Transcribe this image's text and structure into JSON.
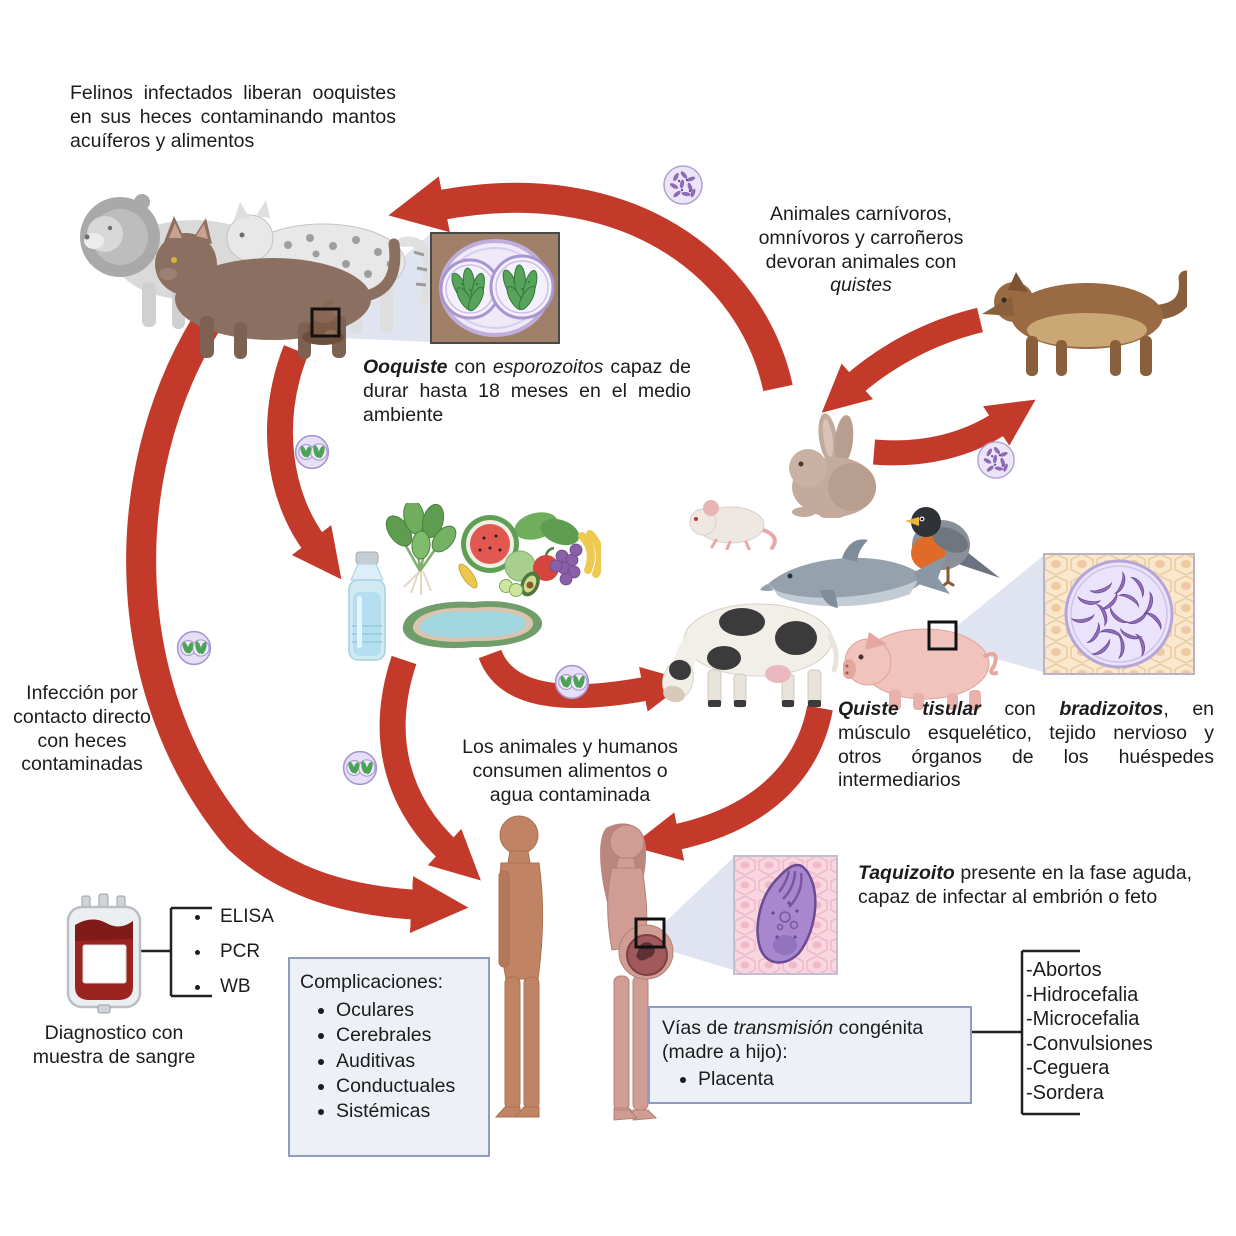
{
  "colors": {
    "arrow_red": "#c33a2b",
    "box_background": "#edf0f6",
    "box_border": "#8d9cc0",
    "oocyst_green": "#4ba355",
    "cyst_purple": "#8f6bb5",
    "blood_red": "#9c2420"
  },
  "notes": {
    "felinos": "Felinos infectados liberan ooquistes en sus heces contaminando mantos acuíferos y alimentos",
    "carnivoros_p1": "Animales carnívoros, omnívoros y carroñeros devoran animales con",
    "carnivoros_italic": "quistes",
    "ooquiste_term": "Ooquiste",
    "ooquiste_mid": " con ",
    "ooquiste_italic": "esporozoitos",
    "ooquiste_rest": " capaz de durar hasta 18 meses en el medio ambiente",
    "infeccion": "Infección por contacto directo con heces contaminadas",
    "consumo": "Los animales y humanos consumen alimentos o agua contaminada",
    "quiste_term": "Quiste tisular",
    "quiste_mid": " con ",
    "quiste_term2": "bradizoitos",
    "quiste_rest": ", en músculo esquelético, tejido nervioso y otros órganos de los huéspedes intermediarios",
    "taquizoito_term": "Taquizoito",
    "taquizoito_rest": " presente en la fase aguda, capaz de infectar al embrión o feto"
  },
  "complicaciones": {
    "title": "Complicaciones:",
    "items": [
      "Oculares",
      "Cerebrales",
      "Auditivas",
      "Conductuales",
      "Sistémicas"
    ]
  },
  "vias": {
    "p1": "Vías de ",
    "italic": "transmisión",
    "p2": " congénita (madre a hijo):",
    "items": [
      "Placenta"
    ]
  },
  "congenital_effects": [
    "-Abortos",
    "-Hidrocefalia",
    "-Microcefalia",
    "-Convulsiones",
    "-Ceguera",
    "-Sordera"
  ],
  "diagnostico": {
    "tests": [
      "ELISA",
      "PCR",
      "WB"
    ],
    "label": "Diagnostico con muestra de sangre"
  },
  "icons": [
    "lion-icon",
    "leopard-icon",
    "cat-icon",
    "feces-icon",
    "wolf-icon",
    "rabbit-icon",
    "mouse-icon",
    "robin-icon",
    "dolphin-icon",
    "cow-icon",
    "pig-icon",
    "water-bottle-icon",
    "spinach-icon",
    "fruits-icon",
    "puddle-icon",
    "oocyst-icon",
    "tissue-cyst-icon",
    "man-figure",
    "pregnant-woman-figure",
    "blood-bag-icon",
    "oocyst-inset",
    "tissue-cyst-inset",
    "tachyzoite-inset"
  ]
}
